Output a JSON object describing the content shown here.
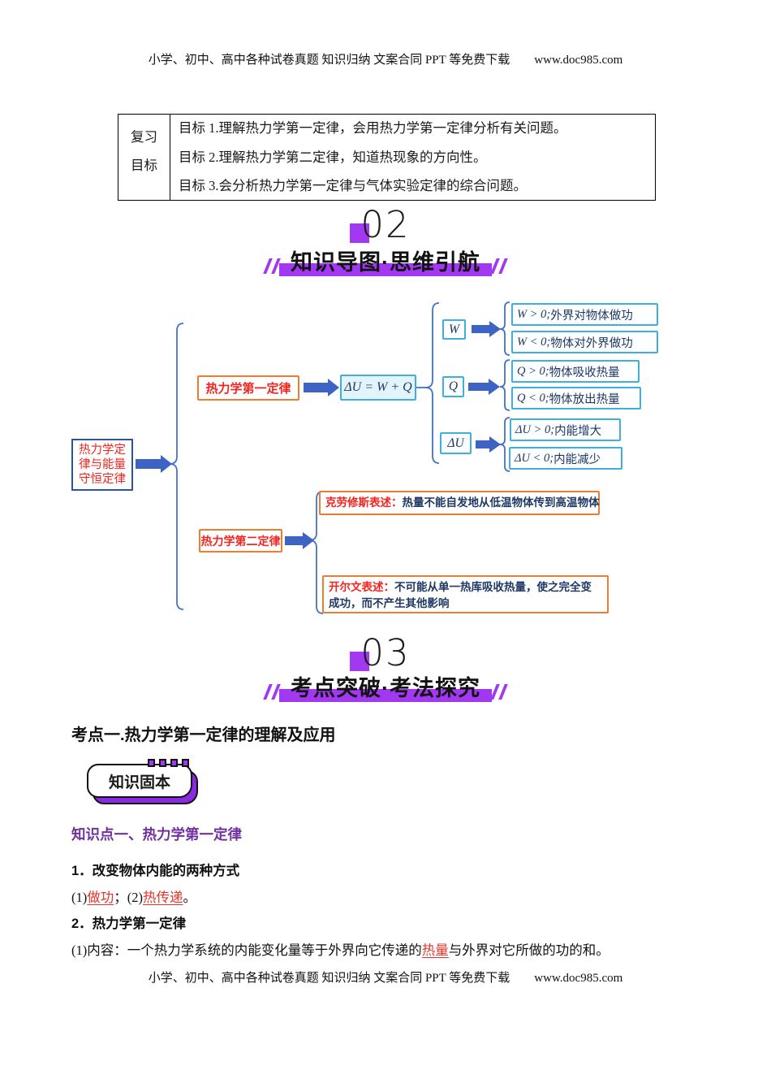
{
  "page": {
    "header_left": "小学、初中、高中各种试卷真题 知识归纳 文案合同 PPT 等免费下载",
    "header_url": "www.doc985.com",
    "footer_left": "小学、初中、高中各种试卷真题 知识归纳 文案合同 PPT 等免费下载",
    "footer_url": "www.doc985.com"
  },
  "theme": {
    "purple_accent": "#A238F2",
    "heading_purple": "#7030A0",
    "red_text": "#F3241E",
    "navy_text": "#1F3864",
    "blue_connector": "#4472C4",
    "cyan_border": "#3FAFDE",
    "orange_border": "#ED7D31"
  },
  "goals_table": {
    "label_line1": "复习",
    "label_line2": "目标",
    "goals": [
      "目标 1.理解热力学第一定律，会用热力学第一定律分析有关问题。",
      "目标 2.理解热力学第二定律，知道热现象的方向性。",
      "目标 3.会分析热力学第一定律与气体实验定律的综合问题。"
    ]
  },
  "section02": {
    "number": "02",
    "title": "知识导图·思维引航"
  },
  "section03": {
    "number": "03",
    "title": "考点突破·考法探究"
  },
  "mindmap": {
    "root_lines": [
      "热力学定",
      "律与能量",
      "守恒定律"
    ],
    "first_law": {
      "label": "热力学第一定律",
      "formula": "ΔU = W + Q",
      "symbols": [
        "W",
        "Q",
        "ΔU"
      ],
      "cases": [
        {
          "math": "W > 0;",
          "text": "外界对物体做功"
        },
        {
          "math": "W < 0;",
          "text": "物体对外界做功"
        },
        {
          "math": "Q > 0;",
          "text": "物体吸收热量"
        },
        {
          "math": "Q < 0;",
          "text": "物体放出热量"
        },
        {
          "math": "ΔU > 0;",
          "text": "内能增大"
        },
        {
          "math": "ΔU < 0;",
          "text": "内能减少"
        }
      ]
    },
    "second_law": {
      "label": "热力学第二定律",
      "statements": [
        {
          "name": "克劳修斯表述：",
          "text": "热量不能自发地从低温物体传到高温物体"
        },
        {
          "name": "开尔文表述：",
          "text": "不可能从单一热库吸收热量，使之完全变成功，而不产生其他影响"
        }
      ]
    }
  },
  "exam_point": {
    "title": "考点一.热力学第一定律的理解及应用",
    "badge": "知识固本"
  },
  "knowledge": {
    "heading": "知识点一、热力学第一定律",
    "item1_title": "1．改变物体内能的两种方式",
    "item1": {
      "p0": "(1)",
      "u1": "做功",
      "p1": "；(2)",
      "u2": "热传递",
      "p2": "。"
    },
    "item2_title": "2．热力学第一定律",
    "item2": {
      "p0": "(1)内容：一个热力学系统的内能变化量等于外界向它传递的",
      "u1": "热量",
      "p1": "与外界对它所做的功的和。"
    }
  }
}
